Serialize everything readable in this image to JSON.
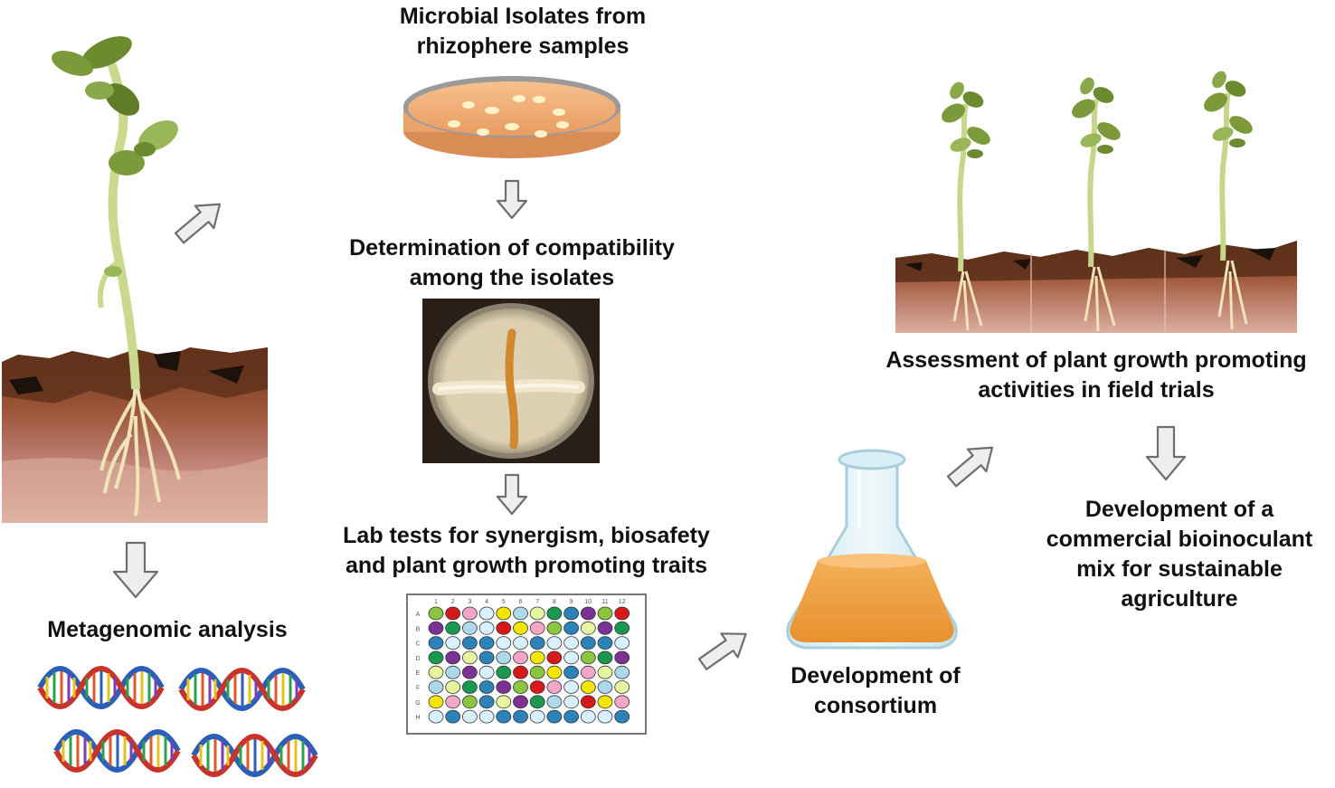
{
  "steps": {
    "isolates": {
      "line1": "Microbial Isolates from",
      "line2": "rhizophere samples"
    },
    "compatibility": {
      "line1": "Determination of compatibility",
      "line2": "among the isolates"
    },
    "labtests": {
      "line1": "Lab tests for synergism, biosafety",
      "line2": "and plant growth promoting traits"
    },
    "metagenomic": {
      "line1": "Metagenomic analysis"
    },
    "consortium": {
      "line1": "Development of",
      "line2": "consortium"
    },
    "field": {
      "line1": "Assessment of plant growth promoting",
      "line2": "activities in field trials"
    },
    "commercial": {
      "line1": "Development of a",
      "line2": "commercial bioinoculant",
      "line3": "mix for sustainable",
      "line4": "agriculture"
    }
  },
  "well_plate": {
    "columns": [
      "1",
      "2",
      "3",
      "4",
      "5",
      "6",
      "7",
      "8",
      "9",
      "10",
      "11",
      "12"
    ],
    "rows": [
      "A",
      "B",
      "C",
      "D",
      "E",
      "F",
      "G",
      "H"
    ]
  },
  "colors": {
    "soil_top": "#7a3e22",
    "soil_mid": "#a9624a",
    "soil_low": "#c78d78",
    "soil_bottom": "#e6c2b3",
    "plant_leaf": "#7d9a3b",
    "plant_stem": "#c9d98e",
    "agar": "#f2b27a",
    "flask_liquid": "#f0a24b",
    "arrow_fill": "#eeeeee",
    "arrow_stroke": "#6e6e6e"
  }
}
